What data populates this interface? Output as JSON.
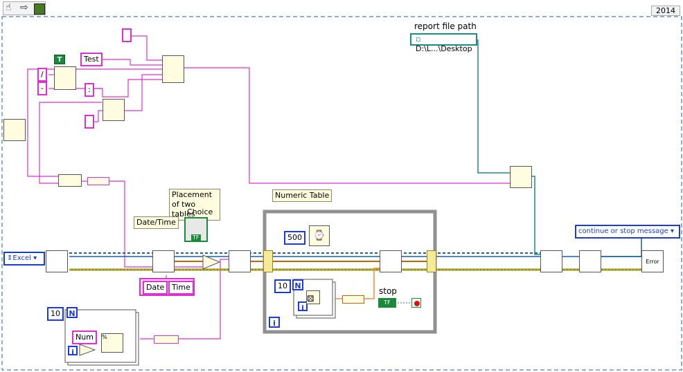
{
  "toolbar": {
    "icon_names": [
      "hand-icon",
      "arrow-icon",
      "highlight-execution-icon"
    ]
  },
  "version_tag": "2014",
  "labels": {
    "report_file_path": "report file path",
    "numeric_table": "Numeric Table",
    "placement": "Placement of two tables",
    "choice": "Choice",
    "date_time": "Date/Time",
    "stop": "stop",
    "continue_or_stop": "continue or stop message"
  },
  "constants": {
    "test": "Test",
    "slash": "/",
    "dash": "-",
    "colon": ":",
    "date": "Date",
    "time": "Time",
    "num": "Num",
    "path_value": "D:\\L...\\Desktop",
    "excel": "Excel",
    "loop_n_small": "10",
    "loop_n_inner": "10",
    "wait_ms": "500",
    "boolean_true": "T",
    "tf": "TF"
  },
  "loop_indicators": {
    "i": "i",
    "n": "N"
  }
}
